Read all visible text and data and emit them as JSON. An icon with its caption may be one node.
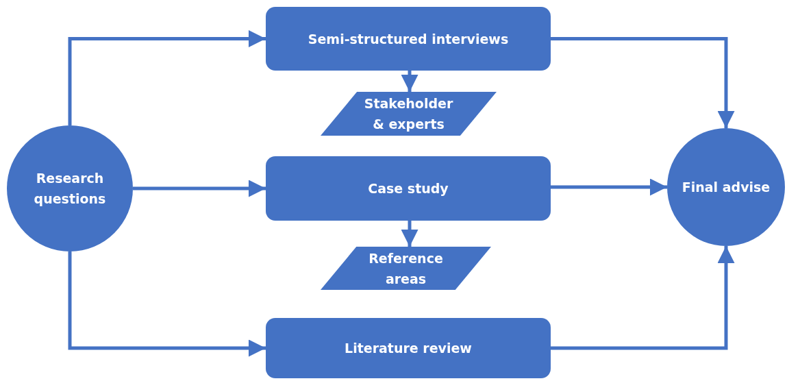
{
  "diagram": {
    "nodes": [
      {
        "text": [
          "Research questions"
        ]
      },
      {
        "text": [
          "Semi-structured interviews"
        ]
      },
      {
        "text": [
          "Stakeholder & experts"
        ]
      },
      {
        "text": [
          "Case study"
        ]
      },
      {
        "text": [
          "Reference areas"
        ]
      },
      {
        "text": [
          "Literature review"
        ]
      },
      {
        "text": [
          "Final advise"
        ]
      }
    ],
    "edges": [
      {
        "from": 0,
        "to": 1,
        "arrow": "to"
      },
      {
        "from": 0,
        "to": 3,
        "arrow": "to"
      },
      {
        "from": 0,
        "to": 5,
        "arrow": "to"
      },
      {
        "from": 1,
        "to": 2,
        "arrow": "to"
      },
      {
        "from": 3,
        "to": 4,
        "arrow": "to"
      },
      {
        "from": 1,
        "to": 6,
        "arrow": "to"
      },
      {
        "from": 3,
        "to": 6,
        "arrow": "to"
      },
      {
        "from": 5,
        "to": 6,
        "arrow": "to"
      }
    ]
  }
}
